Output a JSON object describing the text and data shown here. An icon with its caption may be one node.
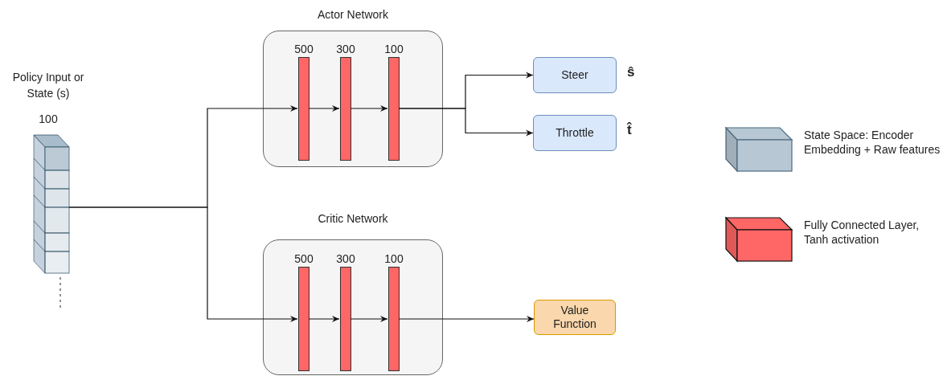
{
  "diagram": {
    "nodes": [
      {
        "text": [
          "Policy Input or State (s)",
          "100"
        ]
      },
      {
        "text": [
          "Actor Network"
        ]
      },
      {
        "text": [
          "500"
        ],
        "in": 1
      },
      {
        "text": [
          "300"
        ],
        "in": 1
      },
      {
        "text": [
          "100"
        ],
        "in": 1
      },
      {
        "text": [
          "Critic Network"
        ]
      },
      {
        "text": [
          "500"
        ],
        "in": 5
      },
      {
        "text": [
          "300"
        ],
        "in": 5
      },
      {
        "text": [
          "100"
        ],
        "in": 5
      },
      {
        "text": [
          "Steer"
        ],
        "beside": [
          "ŝ"
        ]
      },
      {
        "text": [
          "Throttle"
        ],
        "beside": [
          "t̂"
        ]
      },
      {
        "text": [
          "Value Function"
        ]
      }
    ],
    "edges": [
      {
        "from": 0,
        "to": 2,
        "arrow": "to"
      },
      {
        "from": 0,
        "to": 6,
        "arrow": "to"
      },
      {
        "from": 2,
        "to": 3,
        "arrow": "to"
      },
      {
        "from": 3,
        "to": 4,
        "arrow": "to"
      },
      {
        "from": 4,
        "to": 9,
        "arrow": "to"
      },
      {
        "from": 4,
        "to": 10,
        "arrow": "to"
      },
      {
        "from": 6,
        "to": 7,
        "arrow": "to"
      },
      {
        "from": 7,
        "to": 8,
        "arrow": "to"
      },
      {
        "from": 8,
        "to": 11,
        "arrow": "to"
      }
    ],
    "legend": [
      {
        "text": "State Space: Encoder Embedding + Raw features",
        "color": "#b7c7d3"
      },
      {
        "text": "Fully Connected Layer, Tanh activation",
        "color": "#ff6666"
      }
    ]
  }
}
